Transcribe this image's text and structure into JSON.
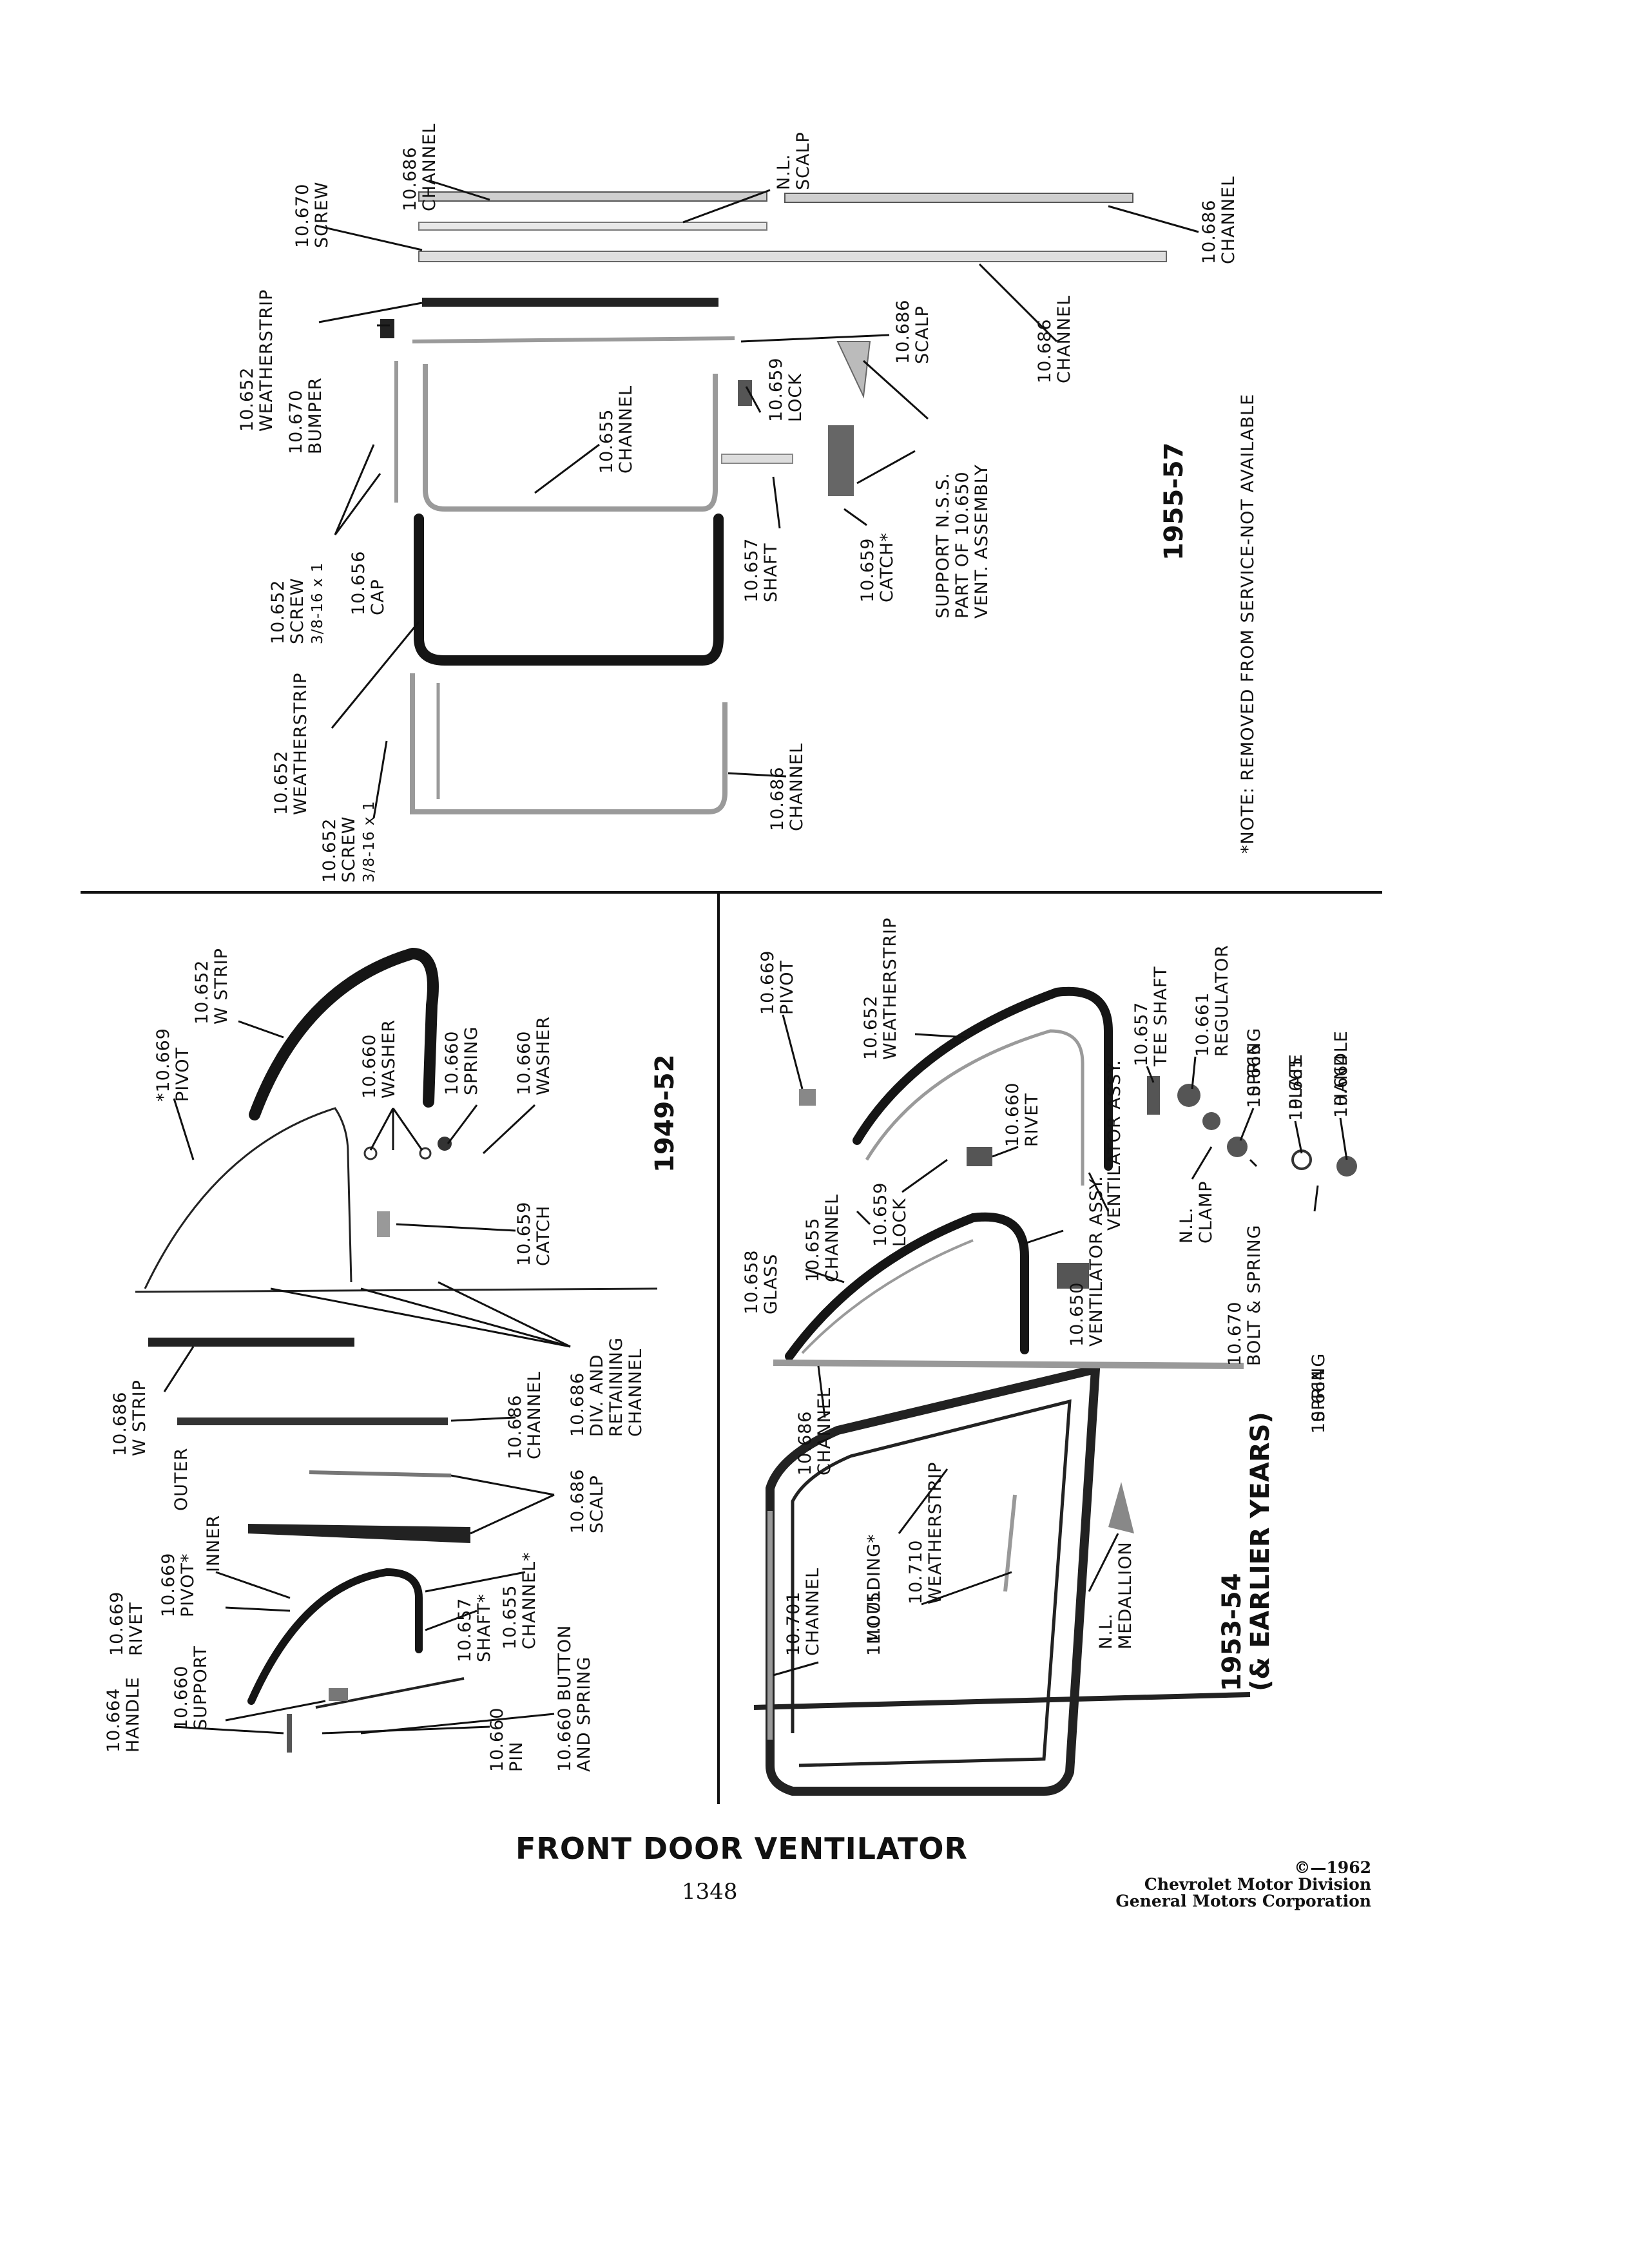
{
  "title": "FRONT DOOR VENTILATOR",
  "page_number": "1348",
  "copyright": [
    "©—1962",
    "Chevrolet Motor Division",
    "General Motors Corporation"
  ],
  "panels": {
    "p1955": {
      "year": "1955-57",
      "note": "*NOTE: REMOVED FROM SERVICE-NOT AVAILABLE",
      "labels": [
        [
          "10.686",
          "CHANNEL"
        ],
        [
          "10.670",
          "SCREW"
        ],
        [
          "N.L.",
          "SCALP"
        ],
        [
          "10.686",
          "CHANNEL"
        ],
        [
          "10.686",
          "CHANNEL"
        ],
        [
          "10.652",
          "WEATHERSTRIP"
        ],
        [
          "10.670",
          "BUMPER"
        ],
        [
          "10.686",
          "SCALP"
        ],
        [
          "10.655",
          "CHANNEL"
        ],
        [
          "10.659",
          "LOCK"
        ],
        [
          "10.652",
          "SCREW",
          "3/8-16 x 1"
        ],
        [
          "10.656",
          "CAP"
        ],
        [
          "SUPPORT N.S.S.",
          "PART OF 10.650",
          "VENT. ASSEMBLY"
        ],
        [
          "10.657",
          "SHAFT"
        ],
        [
          "10.659",
          "CATCH*"
        ],
        [
          "10.652",
          "WEATHERSTRIP"
        ],
        [
          "10.686",
          "CHANNEL"
        ],
        [
          "10.652",
          "SCREW",
          "3/8-16 x 1"
        ]
      ]
    },
    "p1949": {
      "year": "1949-52",
      "labels": [
        [
          "*10.669",
          "PIVOT"
        ],
        [
          "10.652",
          "W STRIP"
        ],
        [
          "10.660",
          "WASHER"
        ],
        [
          "10.660",
          "SPRING"
        ],
        [
          "10.660",
          "WASHER"
        ],
        [
          "10.659",
          "CATCH"
        ],
        [
          "10.686",
          "DIV. AND",
          "RETAINING",
          "CHANNEL"
        ],
        [
          "10.686",
          "W STRIP"
        ],
        [
          "10.686",
          "CHANNEL"
        ],
        [
          "10.686",
          "SCALP"
        ],
        [
          "OUTER"
        ],
        [
          "INNER"
        ],
        [
          "10.669",
          "PIVOT*"
        ],
        [
          "10.669",
          "RIVET"
        ],
        [
          "10.655",
          "CHANNEL*"
        ],
        [
          "10.657",
          "SHAFT*"
        ],
        [
          "10.664",
          "HANDLE"
        ],
        [
          "10.660",
          "SUPPORT"
        ],
        [
          "10.660",
          "PIN"
        ],
        [
          "10.660 BUTTON",
          "AND SPRING"
        ]
      ]
    },
    "p1953": {
      "year": [
        "1953-54",
        "(& EARLIER YEARS)"
      ],
      "labels": [
        [
          "10.669",
          "PIVOT"
        ],
        [
          "10.652",
          "WEATHERSTRIP"
        ],
        [
          "10.657",
          "TEE SHAFT"
        ],
        [
          "10.661",
          "REGULATOR"
        ],
        [
          "10.666",
          "SPRING"
        ],
        [
          "10.665",
          "PLATE"
        ],
        [
          "10.664",
          "HANDLE"
        ],
        [
          "10.660",
          "RIVET"
        ],
        [
          "10.659",
          "LOCK"
        ],
        [
          "10.655",
          "CHANNEL"
        ],
        [
          "10.658",
          "GLASS"
        ],
        [
          "VENTILATOR ASSY."
        ],
        [
          "N.L.",
          "CLAMP"
        ],
        [
          "10.670",
          "BOLT & SPRING"
        ],
        [
          "10.650",
          "VENTILATOR ASSY."
        ],
        [
          "10.664",
          "SPRING"
        ],
        [
          "10.686",
          "CHANNEL"
        ],
        [
          "10.701",
          "CHANNEL"
        ],
        [
          "11.075",
          "MOULDING*"
        ],
        [
          "10.710",
          "WEATHERSTRIP"
        ],
        [
          "N.L.",
          "MEDALLION"
        ]
      ]
    }
  }
}
